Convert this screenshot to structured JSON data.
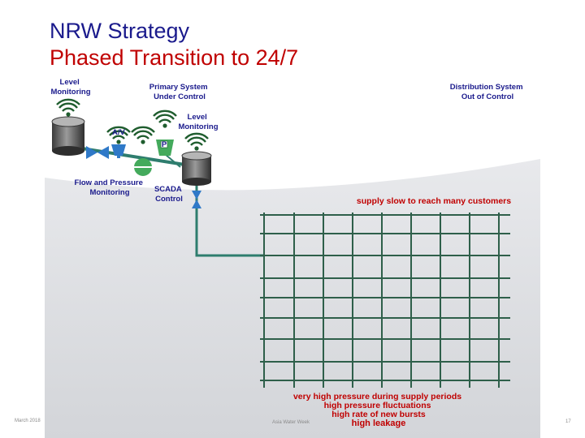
{
  "slide": {
    "title": "NRW Strategy",
    "subtitle": "Phased Transition to 24/7"
  },
  "labels": {
    "level_monitoring_1": [
      "Level",
      "Monitoring"
    ],
    "primary_system": [
      "Primary System",
      "Under Control"
    ],
    "distribution_system": [
      "Distribution System",
      "Out of Control"
    ],
    "av": "A/V",
    "level_monitoring_2": [
      "Level",
      "Monitoring"
    ],
    "p_marker": "P",
    "flow_pressure": [
      "Flow and Pressure",
      "Monitoring"
    ],
    "scada": [
      "SCADA",
      "Control"
    ],
    "supply_slow": "supply slow to reach many customers",
    "problems": [
      "very high pressure during supply periods",
      "high pressure fluctuations",
      "high rate of new bursts",
      "high leakage"
    ]
  },
  "footer": {
    "date": "March 2018",
    "org": "Asia Water Week",
    "page": "17"
  },
  "colors": {
    "title": "#1a1a8c",
    "subtitle": "#c00000",
    "label_blue": "#1a1a8c",
    "label_red": "#c00000",
    "grid_line": "#2e5f4a",
    "pipe": "#2e7d6e",
    "zone_fill": "#d6d8dc"
  }
}
